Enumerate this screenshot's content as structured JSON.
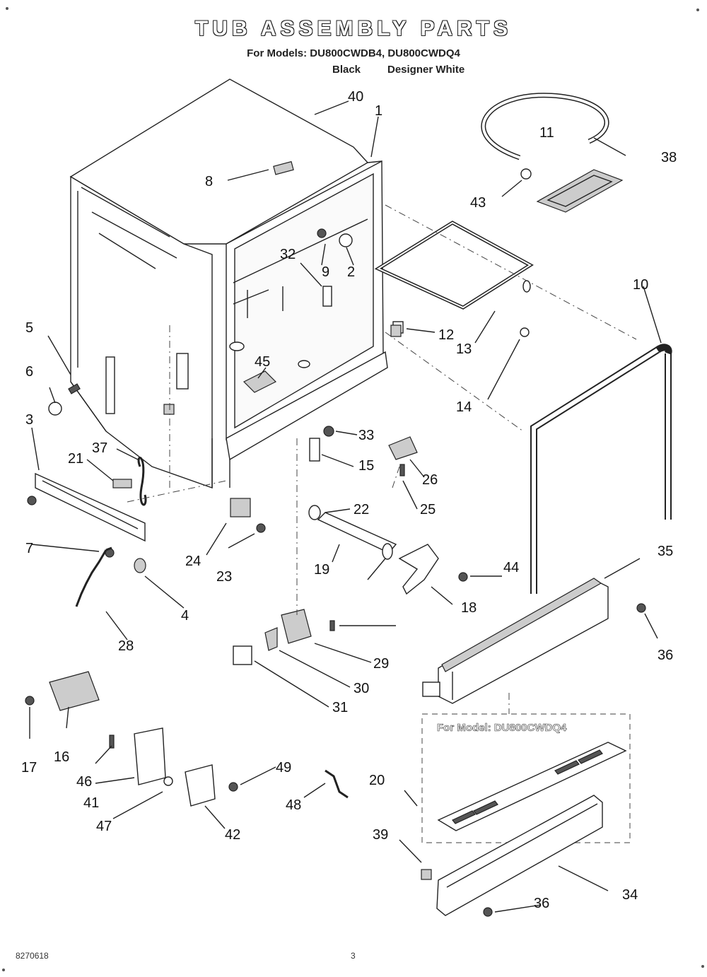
{
  "header": {
    "title": "TUB ASSEMBLY PARTS",
    "models_line": "For Models: DU800CWDB4, DU800CWDQ4",
    "color_1": "Black",
    "color_2": "Designer White"
  },
  "callouts": [
    "40",
    "1",
    "8",
    "9",
    "2",
    "32",
    "45",
    "5",
    "6",
    "3",
    "37",
    "21",
    "7",
    "4",
    "28",
    "24",
    "23",
    "33",
    "15",
    "26",
    "25",
    "22",
    "19",
    "18",
    "44",
    "11",
    "38",
    "43",
    "10",
    "13",
    "12",
    "14",
    "35",
    "36",
    "29",
    "30",
    "31",
    "17",
    "16",
    "46",
    "41",
    "47",
    "42",
    "49",
    "48",
    "20",
    "39",
    "34"
  ],
  "model_note": "For Model: DU800CWDQ4",
  "footer": {
    "code": "8270618",
    "page": "3"
  }
}
